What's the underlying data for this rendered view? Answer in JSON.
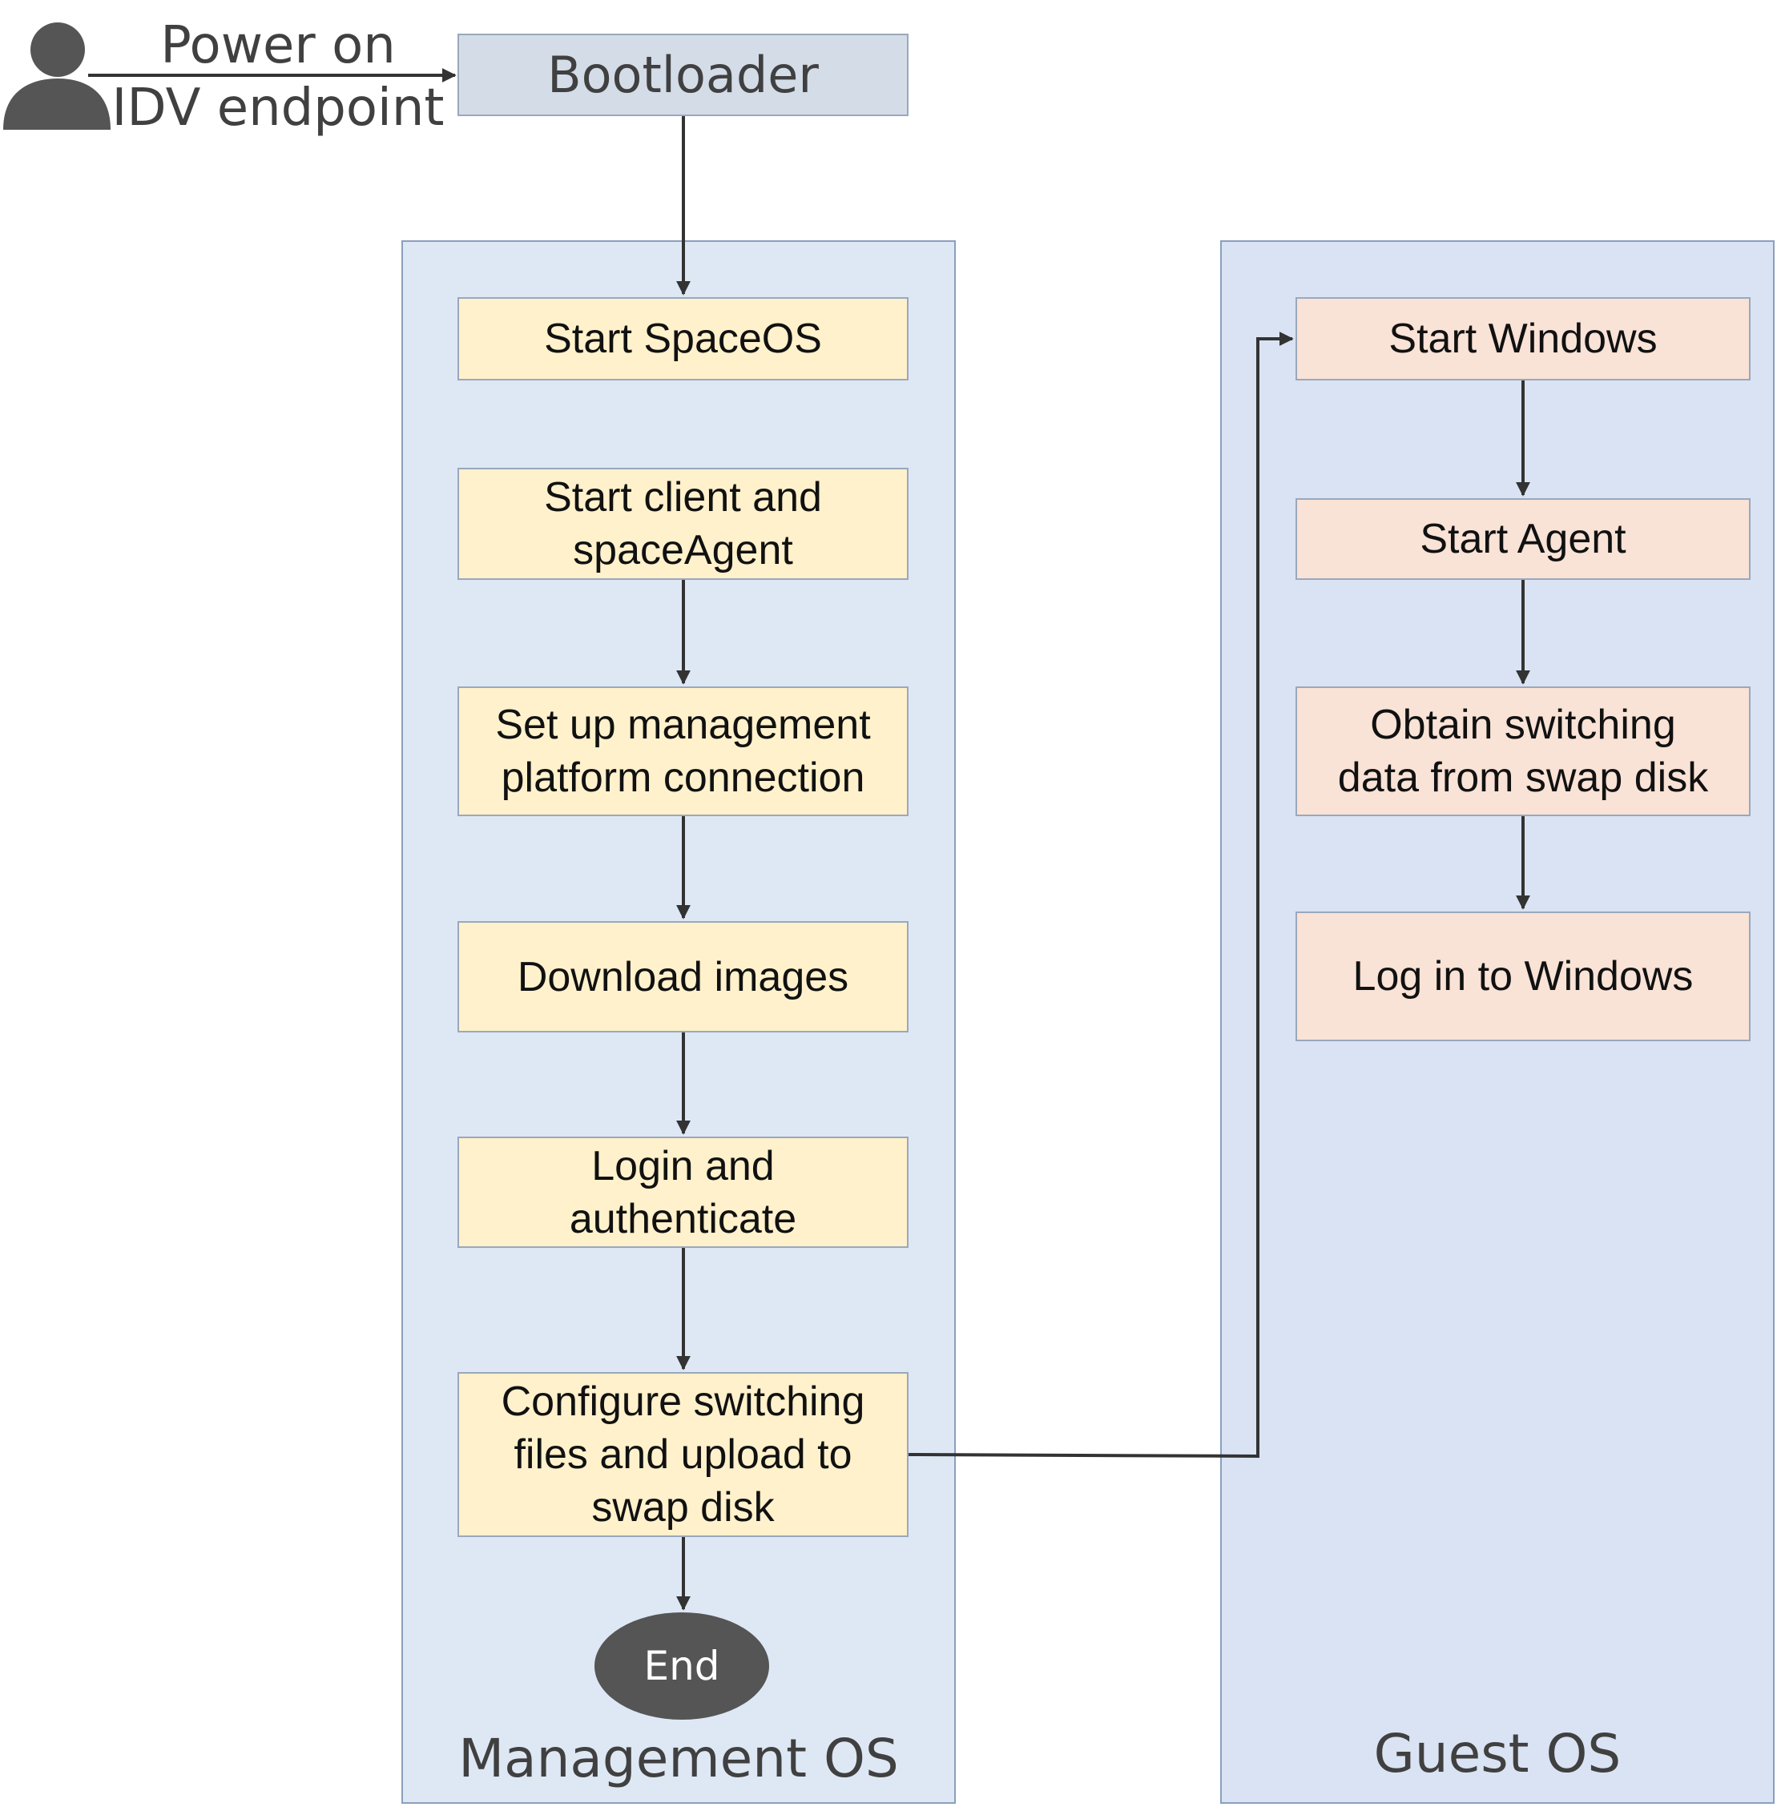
{
  "start": {
    "label": "Power on\nIDV endpoint",
    "icon": "person-icon"
  },
  "bootloader": {
    "label": "Bootloader"
  },
  "management_os": {
    "title": "Management OS",
    "steps": [
      "Start SpaceOS",
      "Start client and\nspaceAgent",
      "Set up management\nplatform connection",
      "Download images",
      "Login and\nauthenticate",
      "Configure switching\nfiles and upload to\nswap disk"
    ],
    "end": "End"
  },
  "guest_os": {
    "title": "Guest OS",
    "steps": [
      "Start Windows",
      "Start Agent",
      "Obtain switching\ndata from swap disk",
      "Log in to Windows"
    ]
  },
  "colors": {
    "management_lane": "#dee8f5",
    "guest_lane": "#dae3f3",
    "management_step": "#fef1cb",
    "guest_step": "#f9e2d6",
    "bootloader": "#d4dce8",
    "end_node": "#555555",
    "connector": "#333333"
  }
}
